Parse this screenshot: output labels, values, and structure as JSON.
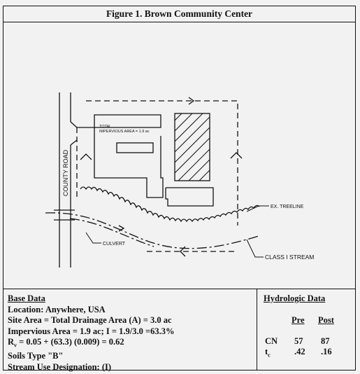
{
  "figure_title": "Figure 1. Brown Community Center",
  "map": {
    "road_label": "COUNTY ROAD",
    "impervious_label_line1": "TOTAL",
    "impervious_label_line2": "IMPERVIOUS AREA = 1.9 ac",
    "treeline_label": "EX. TREELINE",
    "culvert_label": "CULVERT",
    "stream_label": "CLASS I STREAM"
  },
  "base_data": {
    "heading": "Base Data",
    "location": "Location: Anywhere, USA",
    "site_area": "Site Area = Total Drainage Area (A) = 3.0 ac",
    "impervious": "Impervious Area = 1.9 ac; I = 1.9/3.0 =63.3%",
    "rv_prefix": "R",
    "rv_sub": "v",
    "rv_rest": " = 0.05 + (63.3) (0.009) =  0.62",
    "soils": "Soils Type \"B\"",
    "stream_use": "Stream Use Designation: (I)"
  },
  "hydrologic_data": {
    "heading": "Hydrologic Data",
    "col_pre": "Pre",
    "col_post": "Post",
    "row1_label": "CN",
    "row1_pre": "57",
    "row1_post": "87",
    "row2_label": "t",
    "row2_sub": "c",
    "row2_pre": ".42",
    "row2_post": ".16"
  }
}
